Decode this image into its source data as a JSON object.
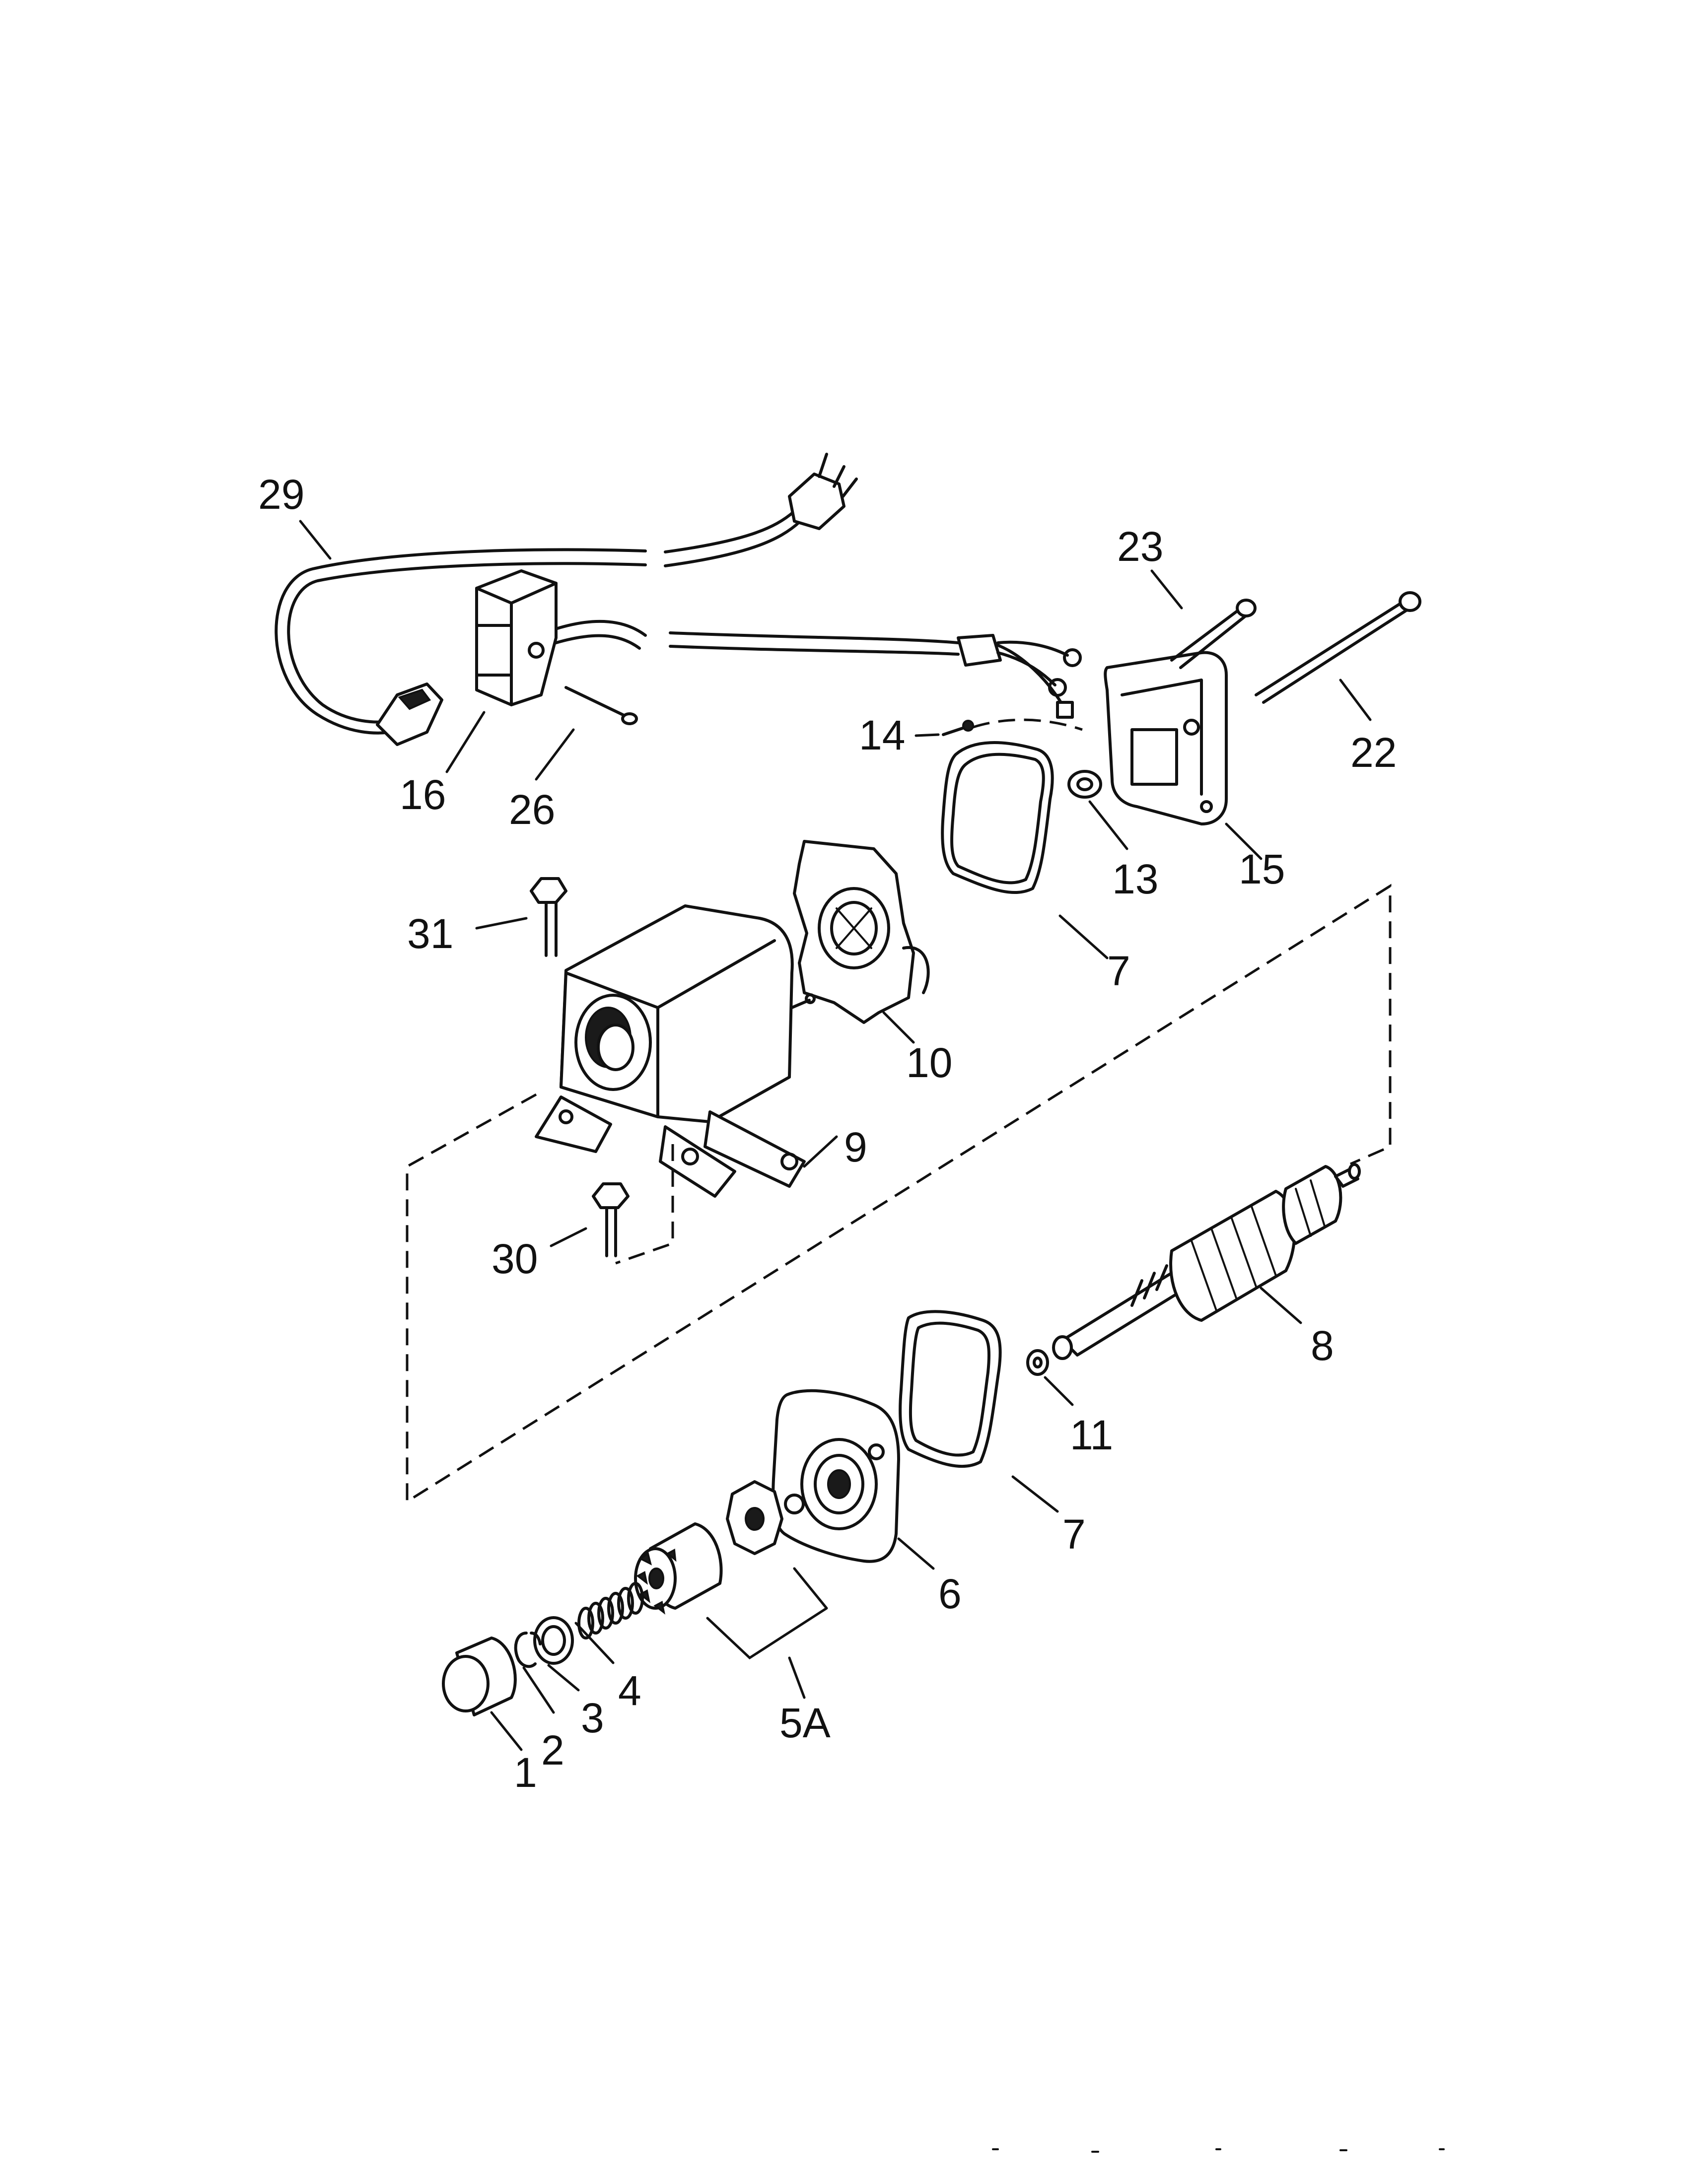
{
  "callouts": {
    "c29": "29",
    "c23": "23",
    "c22": "22",
    "c14": "14",
    "c16": "16",
    "c26": "26",
    "c13": "13",
    "c15": "15",
    "c31": "31",
    "c7a": "7",
    "c10": "10",
    "c9": "9",
    "c30": "30",
    "c8": "8",
    "c11": "11",
    "c7b": "7",
    "c6": "6",
    "c5A": "5A",
    "c4": "4",
    "c3": "3",
    "c2": "2",
    "c1": "1"
  },
  "colors": {
    "ink": "#111111",
    "paper": "#ffffff"
  }
}
